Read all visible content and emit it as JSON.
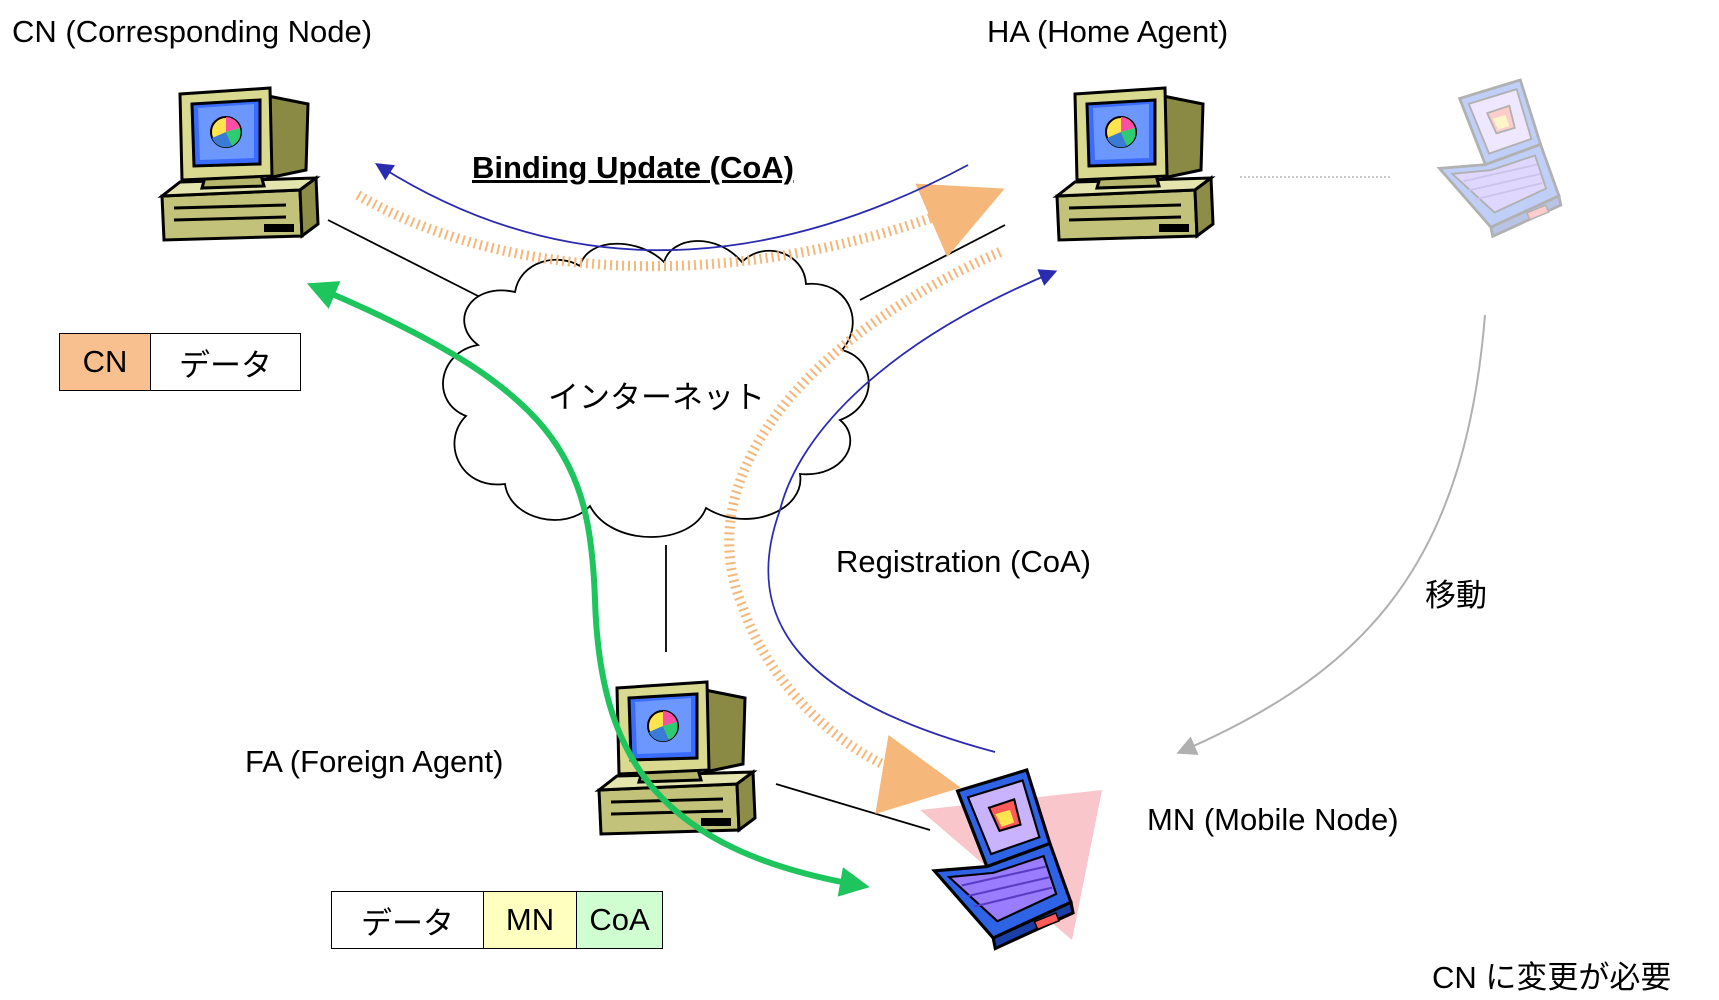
{
  "labels": {
    "cn": "CN (Corresponding Node)",
    "ha": "HA (Home Agent)",
    "fa": "FA (Foreign Agent)",
    "mn": "MN (Mobile Node)",
    "internet": "インターネット",
    "binding_update": "Binding Update (CoA)",
    "registration": "Registration (CoA)",
    "move": "移動",
    "note": "CN に変更が必要"
  },
  "packet_cn": {
    "cells": [
      "CN",
      "データ"
    ],
    "colors": [
      "#f9c08f",
      "#ffffff"
    ]
  },
  "packet_mn": {
    "cells": [
      "データ",
      "MN",
      "CoA"
    ],
    "colors": [
      "#ffffff",
      "#ffffc0",
      "#cfffd0"
    ]
  },
  "colors": {
    "blue_line": "#2b2bb0",
    "green_path": "#1ec45c",
    "orange_dotted": "#f5b77a",
    "gray_move": "#b0b0b0",
    "mn_highlight": "#f9c6cc"
  },
  "icons": [
    "desktop-computer-icon",
    "laptop-icon",
    "cloud-icon"
  ]
}
